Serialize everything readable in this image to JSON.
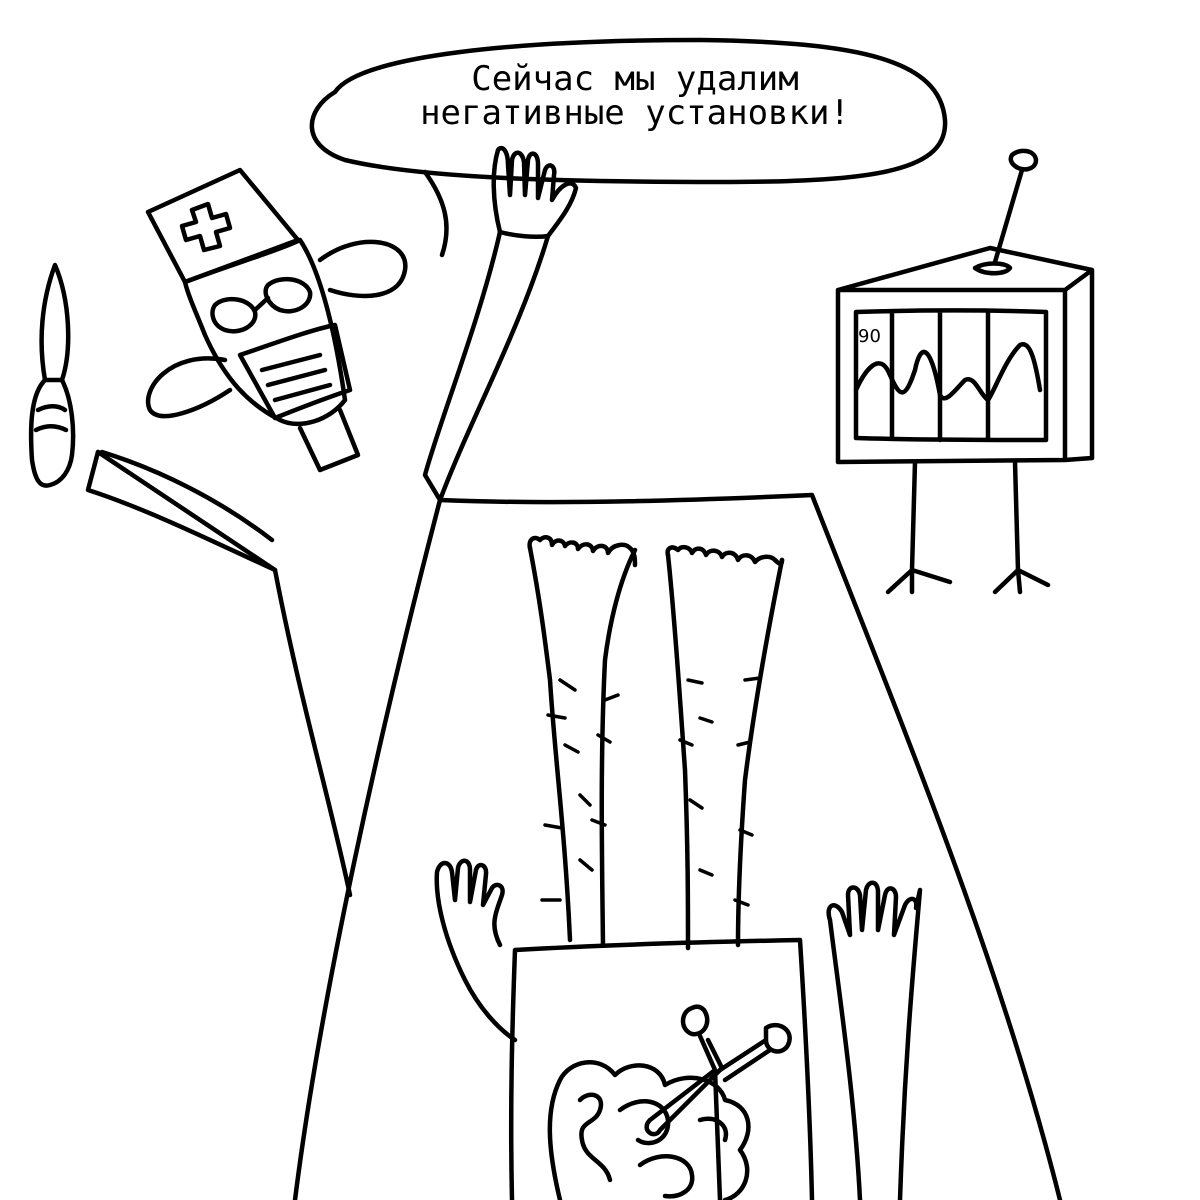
{
  "speech": {
    "line1": "Сейчас мы удалим",
    "line2": "негативные установки!"
  },
  "monitor": {
    "readout": "90"
  },
  "colors": {
    "ink": "#000000",
    "paper": "#ffffff"
  }
}
